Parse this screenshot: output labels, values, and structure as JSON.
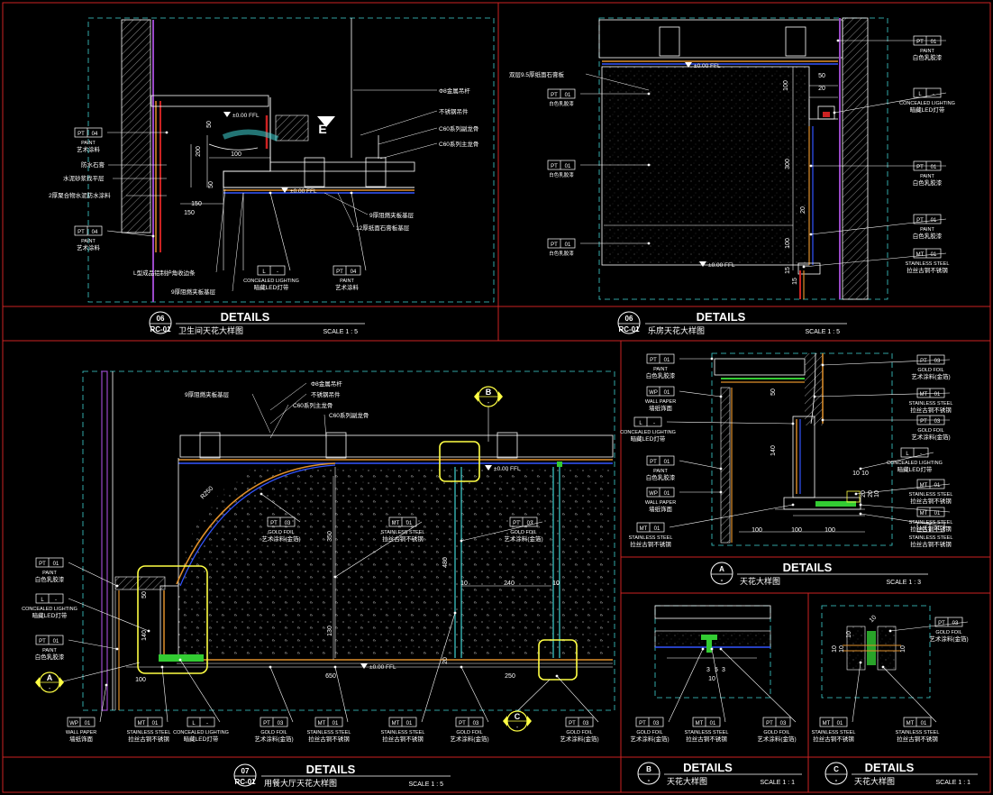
{
  "colors": {
    "background": "#000000",
    "frame": "#cc2222",
    "outline": "#ffffff",
    "dashed": "#3fd3d3",
    "hatch": "#a0a0a0",
    "surface": "#e0902a",
    "callout": "#ffff44",
    "tag_text": "#ffffff",
    "label_text": "#ffffff",
    "accent": "#33cc33",
    "dim": "#ffffff",
    "violet": "#9a48c8",
    "blue": "#3355ff",
    "title": "#ffffff"
  },
  "panels": [
    {
      "id": "p06a",
      "title": {
        "number": "06",
        "sheet": "RC-01",
        "heading": "DETAILS",
        "name": "卫生间天花大样图",
        "scale": "SCALE 1 : 5"
      },
      "tags": [
        {
          "code": "PT",
          "num": "04",
          "line1": "PAINT",
          "line2": "艺术涂料"
        },
        {
          "code": "PT",
          "num": "04",
          "line1": "PAINT",
          "line2": "艺术涂料"
        },
        {
          "code": "L",
          "num": "-",
          "line1": "CONCEALED LIGHTING",
          "line2": "暗藏LED灯带"
        },
        {
          "code": "PT",
          "num": "04",
          "line1": "PAINT",
          "line2": "艺术涂料"
        }
      ],
      "labels": [
        "防水石膏",
        "水泥砂浆找平层",
        "2厚聚合物水泥防水涂料",
        "Φ8金属吊杆",
        "不锈钢吊件",
        "C60系列副龙骨",
        "C60系列主龙骨",
        "9厚阻燃夹板基层",
        "12厚纸面石膏板基层",
        "L型成品铝制护角收边条",
        "9厚阻燃夹板基层"
      ],
      "dims": [
        "150",
        "100",
        "200",
        "50",
        "150",
        "50"
      ],
      "levels": [
        "±0.00 FFL",
        "±0.00 FFL"
      ],
      "marker": "E"
    },
    {
      "id": "p06b",
      "title": {
        "number": "06",
        "sheet": "RC-01",
        "heading": "DETAILS",
        "name": "乐房天花大样图",
        "scale": "SCALE 1 : 5"
      },
      "tags": [
        {
          "code": "PT",
          "num": "01",
          "line1": "白色乳胶漆",
          "line2": ""
        },
        {
          "code": "PT",
          "num": "01",
          "line1": "白色乳胶漆",
          "line2": ""
        },
        {
          "code": "PT",
          "num": "01",
          "line1": "白色乳胶漆",
          "line2": ""
        },
        {
          "code": "PT",
          "num": "01",
          "line1": "PAINT",
          "line2": "白色乳胶漆"
        },
        {
          "code": "L",
          "num": "-",
          "line1": "CONCEALED LIGHTING",
          "line2": "暗藏LED灯带"
        },
        {
          "code": "PT",
          "num": "01",
          "line1": "PAINT",
          "line2": "白色乳胶漆"
        },
        {
          "code": "PT",
          "num": "01",
          "line1": "PAINT",
          "line2": "白色乳胶漆"
        },
        {
          "code": "MT",
          "num": "01",
          "line1": "STAINLESS STEEL",
          "line2": "拉丝古铜不锈钢"
        }
      ],
      "labels": [
        "双层9.5厚纸面石膏板"
      ],
      "dims": [
        "100",
        "50",
        "20",
        "300",
        "100",
        "20",
        "15",
        "15"
      ],
      "levels": [
        "±0.00 FFL",
        "±0.00 FFL"
      ]
    },
    {
      "id": "p07",
      "title": {
        "number": "07",
        "sheet": "RC-01",
        "heading": "DETAILS",
        "name": "用餐大厅天花大样图",
        "scale": "SCALE 1 : 5"
      },
      "tags": [
        {
          "code": "PT",
          "num": "01",
          "line1": "PAINT",
          "line2": "白色乳胶漆"
        },
        {
          "code": "L",
          "num": "-",
          "line1": "CONCEALED LIGHTING",
          "line2": "暗藏LED灯带"
        },
        {
          "code": "PT",
          "num": "01",
          "line1": "PAINT",
          "line2": "白色乳胶漆"
        },
        {
          "code": "WP",
          "num": "01",
          "line1": "WALL PAPER",
          "line2": "墙纸饰面"
        },
        {
          "code": "MT",
          "num": "01",
          "line1": "STAINLESS STEEL",
          "line2": "拉丝古铜不锈钢"
        },
        {
          "code": "L",
          "num": "-",
          "line1": "CONCEALED LIGHTING",
          "line2": "暗藏LED灯带"
        },
        {
          "code": "PT",
          "num": "03",
          "line1": "GOLD FOIL",
          "line2": "艺术涂料(金箔)"
        },
        {
          "code": "MT",
          "num": "01",
          "line1": "STAINLESS STEEL",
          "line2": "拉丝古铜不锈钢"
        },
        {
          "code": "MT",
          "num": "01",
          "line1": "STAINLESS STEEL",
          "line2": "拉丝古铜不锈钢"
        },
        {
          "code": "PT",
          "num": "03",
          "line1": "GOLD FOIL",
          "line2": "艺术涂料(金箔)"
        },
        {
          "code": "MT",
          "num": "01",
          "line1": "STAINLESS STEEL",
          "line2": "拉丝古铜不锈钢"
        },
        {
          "code": "PT",
          "num": "03",
          "line1": "GOLD FOIL",
          "line2": "艺术涂料(金箔)"
        },
        {
          "code": "PT",
          "num": "03",
          "line1": "GOLD FOIL",
          "line2": "艺术涂料(金箔)"
        },
        {
          "code": "PT",
          "num": "03",
          "line1": "GOLD FOIL",
          "line2": "艺术涂料(金箔)"
        }
      ],
      "labels": [
        "9厚阻燃夹板基层",
        "Φ8金属吊杆",
        "不锈钢吊件",
        "C60系列主龙骨",
        "C60系列副龙骨"
      ],
      "dims": [
        "R250",
        "50",
        "140",
        "100",
        "350",
        "130",
        "480",
        "10",
        "240",
        "10",
        "20",
        "650",
        "250"
      ],
      "levels": [
        "±0.00 FFL",
        "±0.00 FFL"
      ],
      "callouts": [
        {
          "letter": "B",
          "sub": "-"
        },
        {
          "letter": "C",
          "sub": "-"
        },
        {
          "letter": "A",
          "sub": "-"
        }
      ]
    },
    {
      "id": "pA",
      "title": {
        "number": "A",
        "sheet": "-",
        "heading": "DETAILS",
        "name": "天花大样图",
        "scale": "SCALE 1 : 3"
      },
      "tags": [
        {
          "code": "PT",
          "num": "01",
          "line1": "PAINT",
          "line2": "白色乳胶漆"
        },
        {
          "code": "WP",
          "num": "01",
          "line1": "WALL PAPER",
          "line2": "墙纸饰面"
        },
        {
          "code": "L",
          "num": "-",
          "line1": "CONCEALED LIGHTING",
          "line2": "暗藏LED灯带"
        },
        {
          "code": "PT",
          "num": "01",
          "line1": "PAINT",
          "line2": "白色乳胶漆"
        },
        {
          "code": "WP",
          "num": "01",
          "line1": "WALL PAPER",
          "line2": "墙纸饰面"
        },
        {
          "code": "MT",
          "num": "01",
          "line1": "STAINLESS STEEL",
          "line2": "拉丝古铜不锈钢"
        },
        {
          "code": "PT",
          "num": "03",
          "line1": "GOLD FOIL",
          "line2": "艺术涂料(金箔)"
        },
        {
          "code": "MT",
          "num": "01",
          "line1": "STAINLESS STEEL",
          "line2": "拉丝古铜不锈钢"
        },
        {
          "code": "PT",
          "num": "03",
          "line1": "GOLD FOIL",
          "line2": "艺术涂料(金箔)"
        },
        {
          "code": "L",
          "num": "-",
          "line1": "CONCEALED LIGHTING",
          "line2": "暗藏LED灯带"
        },
        {
          "code": "MT",
          "num": "01",
          "line1": "STAINLESS STEEL",
          "line2": "拉丝古铜不锈钢"
        },
        {
          "code": "MT",
          "num": "01",
          "line1": "STAINLESS STEEL",
          "line2": "拉丝古铜不锈钢"
        },
        {
          "code": "MT",
          "num": "01",
          "line1": "STAINLESS STEEL",
          "line2": "拉丝古铜不锈钢"
        }
      ],
      "dims": [
        "50",
        "140",
        "100",
        "100",
        "100",
        "20",
        "20",
        "10",
        "10",
        "10"
      ]
    },
    {
      "id": "pB",
      "title": {
        "number": "B",
        "sheet": "-",
        "heading": "DETAILS",
        "name": "天花大样图",
        "scale": "SCALE 1 : 1"
      },
      "tags": [
        {
          "code": "PT",
          "num": "03",
          "line1": "GOLD FOIL",
          "line2": "艺术涂料(金箔)"
        },
        {
          "code": "MT",
          "num": "01",
          "line1": "STAINLESS STEEL",
          "line2": "拉丝古铜不锈钢"
        },
        {
          "code": "PT",
          "num": "03",
          "line1": "GOLD FOIL",
          "line2": "艺术涂料(金箔)"
        }
      ],
      "dims": [
        "3",
        "5",
        "3",
        "10"
      ]
    },
    {
      "id": "pC",
      "title": {
        "number": "C",
        "sheet": "-",
        "heading": "DETAILS",
        "name": "天花大样图",
        "scale": "SCALE 1 : 1"
      },
      "tags": [
        {
          "code": "PT",
          "num": "03",
          "line1": "GOLD FOIL",
          "line2": "艺术涂料(金箔)"
        },
        {
          "code": "MT",
          "num": "01",
          "line1": "STAINLESS STEEL",
          "line2": "拉丝古铜不锈钢"
        },
        {
          "code": "MT",
          "num": "01",
          "line1": "STAINLESS STEEL",
          "line2": "拉丝古铜不锈钢"
        }
      ],
      "dims": [
        "10",
        "10",
        "10",
        "10",
        "10"
      ]
    }
  ]
}
